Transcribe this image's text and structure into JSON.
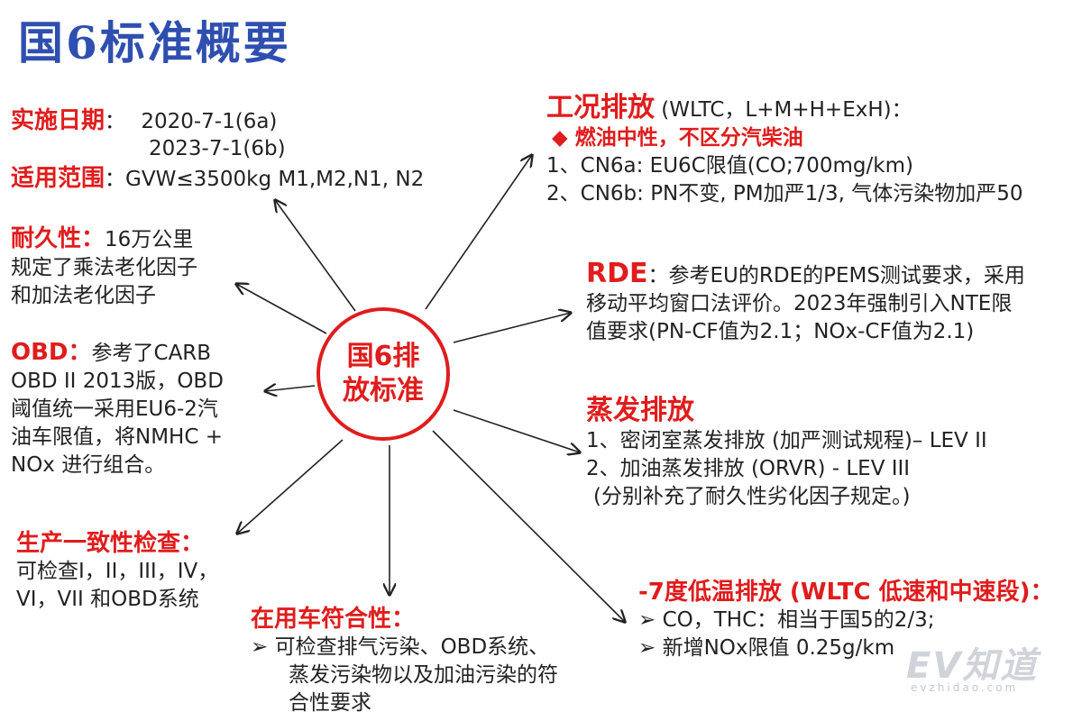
{
  "title": "国6标准概要",
  "center": "国6排\n放标准",
  "left": {
    "impl_label": "实施日期",
    "impl_sep": "：",
    "impl_line1": "2020-7-1(6a)",
    "impl_line2": "2023-7-1(6b)",
    "scope_label": "适用范围",
    "scope_text": "：GVW≤3500kg M1,M2,N1, N2",
    "dur_label": "耐久性：",
    "dur_line1": "16万公里",
    "dur_line2": "规定了乘法老化因子",
    "dur_line3": "和加法老化因子",
    "obd_label": "OBD：",
    "obd_line1": "参考了CARB",
    "obd_line2": "OBD II 2013版，OBD",
    "obd_line3": "阈值统一采用EU6-2汽",
    "obd_line4": "油车限值，将NMHC +",
    "obd_line5": "NOx 进行组合。",
    "cop_label": "生产一致性检查：",
    "cop_line1": "可检查I，II，III，IV，",
    "cop_line2": "VI，VII 和OBD系统"
  },
  "bottom": {
    "isc_label": "在用车符合性：",
    "isc_line1": "➢   可检查排气污染、OBD系统、",
    "isc_line2": "蒸发污染物以及加油污染的符",
    "isc_line3": "合性要求"
  },
  "right": {
    "wltc_label": "工况排放",
    "wltc_text": " (WLTC，L+M+H+ExH)：",
    "wltc_sub": "◆  燃油中性，不区分汽柴油",
    "wltc_line1": "1、CN6a: EU6C限值(CO;700mg/km)",
    "wltc_line2": "2、CN6b: PN不变, PM加严1/3, 气体污染物加严50",
    "rde_label": "RDE",
    "rde_line1": "：参考EU的RDE的PEMS测试要求，采用",
    "rde_line2": "移动平均窗口法评价。2023年强制引入NTE限",
    "rde_line3": "值要求(PN-CF值为2.1；NOx-CF值为2.1)",
    "evap_label": "蒸发排放",
    "evap_line1": "1、密闭室蒸发排放 (加严测试规程)– LEV II",
    "evap_line2": "2、加油蒸发排放 (ORVR) - LEV III",
    "evap_line3": "(分别补充了耐久性劣化因子规定。)",
    "cold_label": "-7度低温排放 (WLTC 低速和中速段)：",
    "cold_line1": "➢   CO，THC：相当于国5的2/3;",
    "cold_line2": "➢   新增NOx限值 0.25g/km"
  },
  "watermark": "EV知道",
  "watermark_sub": "evzhidao.com",
  "colors": {
    "title": "#2f4fb0",
    "accent": "#e01c1c"
  }
}
